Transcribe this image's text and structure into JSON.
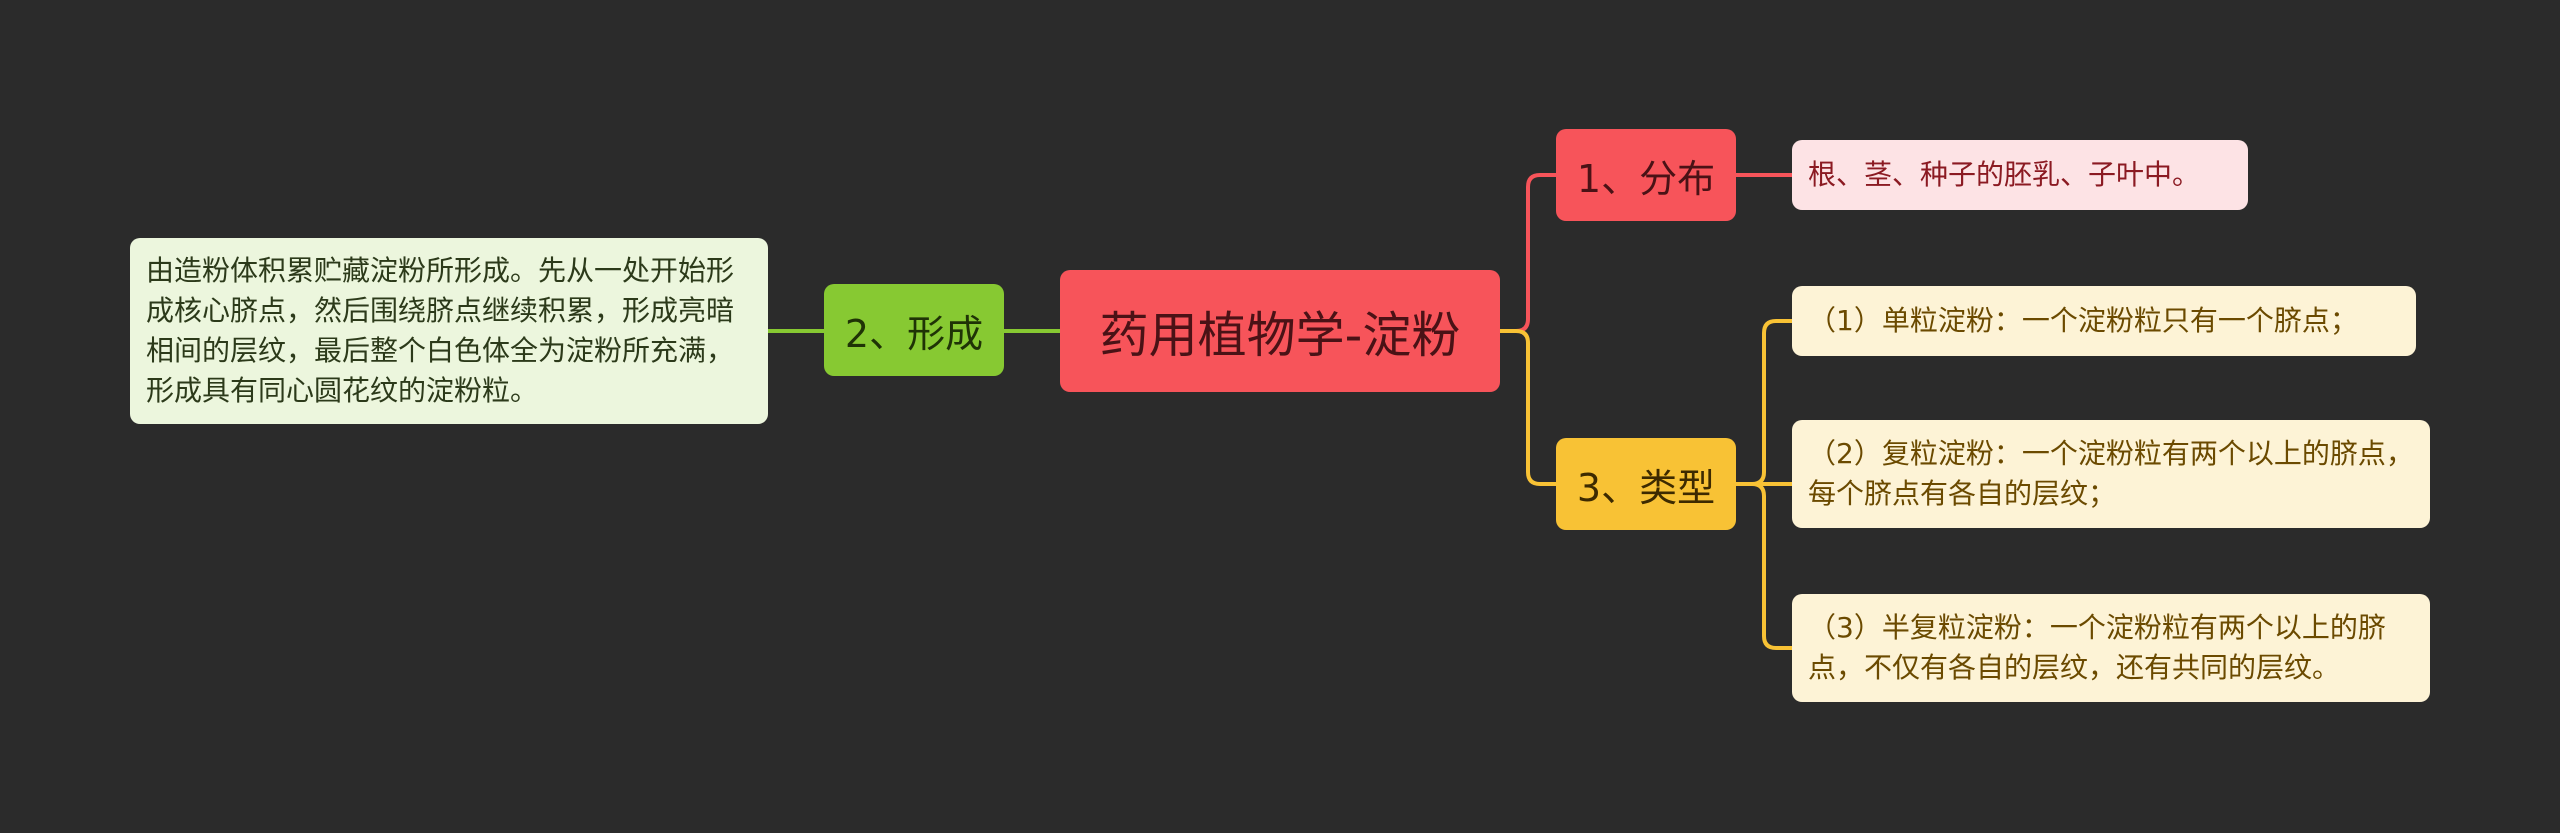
{
  "root": {
    "label": "药用植物学-淀粉"
  },
  "branches": {
    "formation": {
      "label": "2、形成",
      "detail": "由造粉体积累贮藏淀粉所形成。先从一处开始形成核心脐点，然后围绕脐点继续积累，形成亮暗相间的层纹，最后整个白色体全为淀粉所充满，形成具有同心圆花纹的淀粉粒。"
    },
    "distribution": {
      "label": "1、分布",
      "detail": "根、茎、种子的胚乳、子叶中。"
    },
    "types": {
      "label": "3、类型",
      "items": [
        "（1）单粒淀粉：一个淀粉粒只有一个脐点；",
        "（2）复粒淀粉：一个淀粉粒有两个以上的脐点，每个脐点有各自的层纹；",
        "（3）半复粒淀粉：一个淀粉粒有两个以上的脐点，不仅有各自的层纹，还有共同的层纹。"
      ]
    }
  },
  "colors": {
    "background": "#2b2b2b",
    "root": "#f7545a",
    "formation": "#87c932",
    "distribution": "#f7545a",
    "types": "#f8c235"
  }
}
